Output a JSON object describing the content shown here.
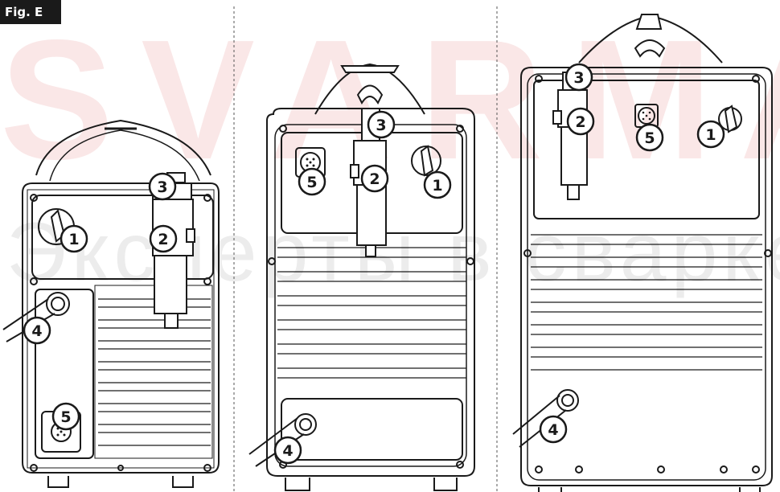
{
  "figure": {
    "label": "Fig. E"
  },
  "watermark": {
    "brand": "SVARMAr",
    "tagline": "Эксперты в сварке",
    "brand_color": "#cd2328"
  },
  "panels": [
    {
      "callouts": [
        {
          "number": "3"
        },
        {
          "number": "2"
        },
        {
          "number": "1"
        },
        {
          "number": "4"
        },
        {
          "number": "5"
        }
      ]
    },
    {
      "callouts": [
        {
          "number": "3"
        },
        {
          "number": "2"
        },
        {
          "number": "1"
        },
        {
          "number": "5"
        },
        {
          "number": "4"
        }
      ]
    },
    {
      "callouts": [
        {
          "number": "3"
        },
        {
          "number": "2"
        },
        {
          "number": "1"
        },
        {
          "number": "5"
        },
        {
          "number": "4"
        }
      ]
    }
  ],
  "colors": {
    "line": "#1a1a1a",
    "divider": "#555555"
  }
}
